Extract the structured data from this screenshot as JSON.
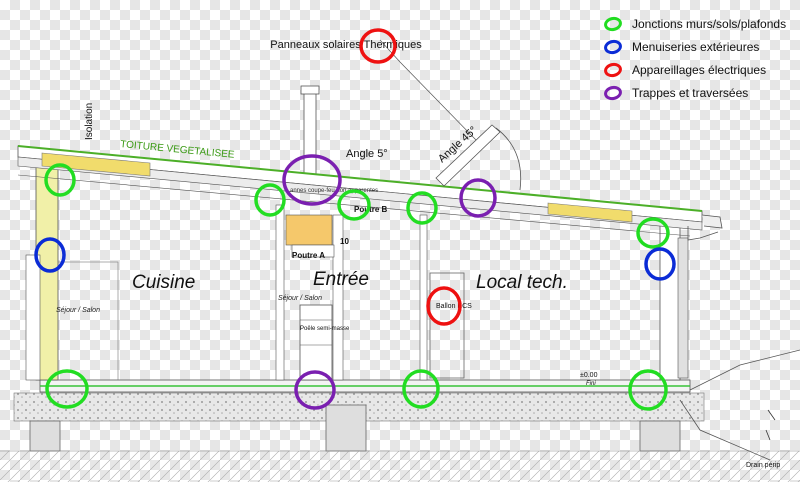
{
  "labels": {
    "panels": "Panneaux solaires Thermiques",
    "isolation": "Isolation",
    "roof": "TOITURE VEGETALISEE",
    "angle5": "Angle 5°",
    "angle45": "Angle 45°",
    "beam_b": "Poutre B",
    "beam_a": "Poutre A",
    "ten": "10",
    "duct_note": "annes coupe-feu non apparentes",
    "cuisine": "Cuisine",
    "entree": "Entrée",
    "local": "Local tech.",
    "sejour_left": "Séjour / Salon",
    "sejour_mid": "Séjour / Salon",
    "ballon": "Ballon ECS",
    "poele": "Poêle semi-masse",
    "level": "±0.00",
    "level_sub": "Fini",
    "drain": "Drain périp"
  },
  "legend": [
    {
      "label": "Jonctions murs/sols/plafonds",
      "color": "#22dd22",
      "icon": "green-circle-icon"
    },
    {
      "label": "Menuiseries extérieures",
      "color": "#0b2cd6",
      "icon": "blue-circle-icon"
    },
    {
      "label": "Appareillages électriques",
      "color": "#ee1111",
      "icon": "red-circle-icon"
    },
    {
      "label": "Trappes et traversées",
      "color": "#7a1fb0",
      "icon": "purple-circle-icon"
    }
  ],
  "colors": {
    "green": "#22dd22",
    "blue": "#0b2cd6",
    "red": "#ee1111",
    "purple": "#7a1fb0",
    "insulation": "#f1f0a8",
    "roof_green": "#9ed13a"
  }
}
